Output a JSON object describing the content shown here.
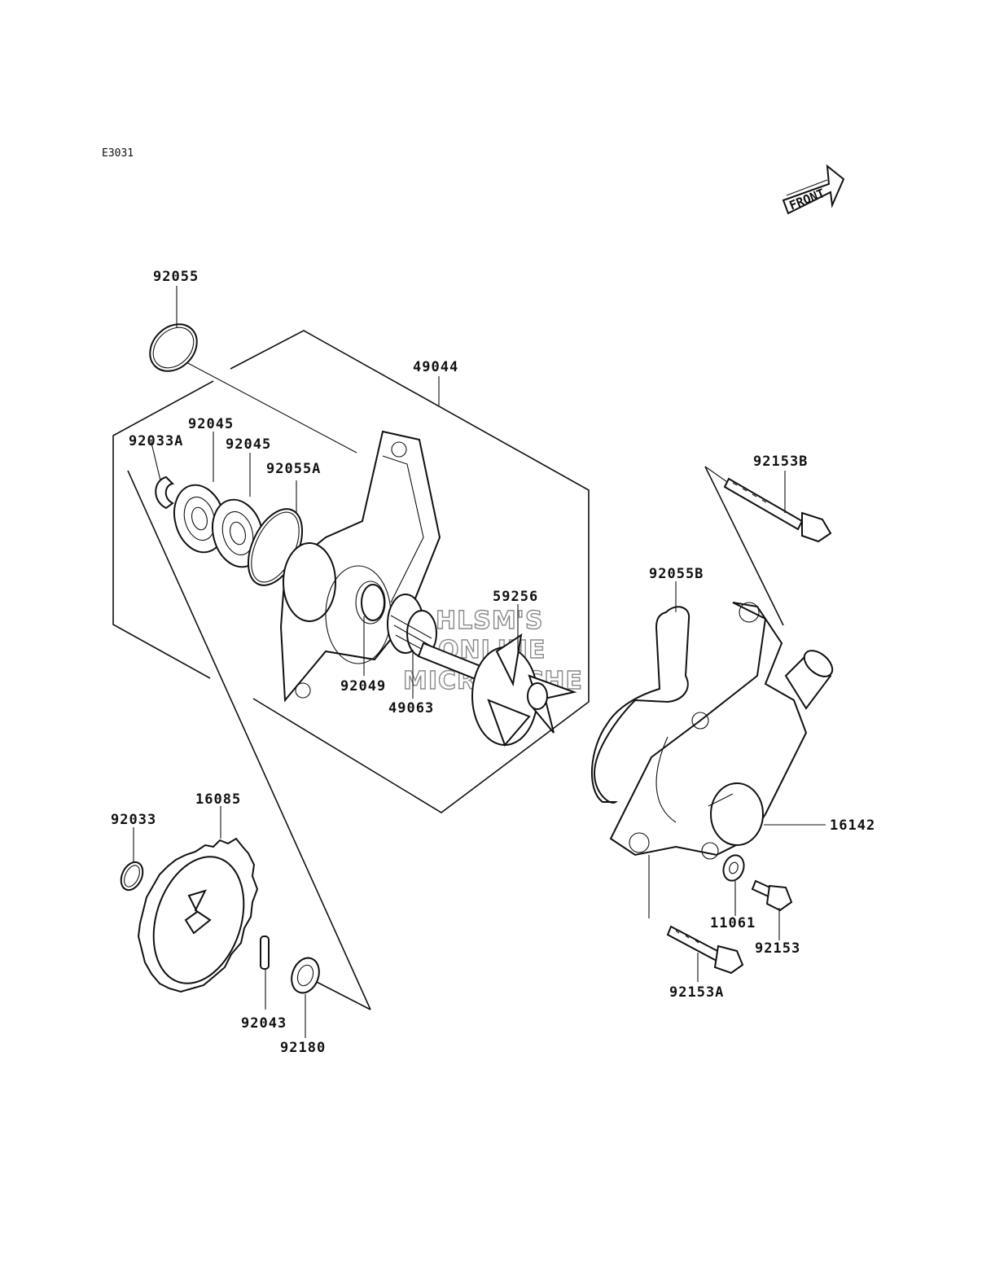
{
  "diagram_code": "E3031",
  "front_badge": "FRONT",
  "watermark": {
    "line1": "HLSM'S",
    "line2": "ONLINE",
    "line3": "MICROFICHE"
  },
  "labels": {
    "p92055": "92055",
    "p49044": "49044",
    "p92045a": "92045",
    "p92033A": "92033A",
    "p92045b": "92045",
    "p92055A": "92055A",
    "p59256": "59256",
    "p92049": "92049",
    "p49063": "49063",
    "p92153B": "92153B",
    "p92055B": "92055B",
    "p16142": "16142",
    "p11061": "11061",
    "p92153": "92153",
    "p92153A": "92153A",
    "p16085": "16085",
    "p92033": "92033",
    "p92043": "92043",
    "p92180": "92180"
  }
}
